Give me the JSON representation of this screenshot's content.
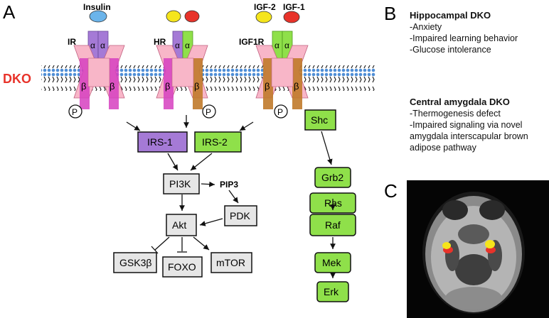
{
  "panels": {
    "a": "A",
    "b": "B",
    "c": "C"
  },
  "membrane_label": "DKO",
  "ligands": {
    "insulin": "Insulin",
    "igf2": "IGF-2",
    "igf1": "IGF-1"
  },
  "receptors": {
    "ir": "IR",
    "hr": "HR",
    "igf1r": "IGF1R"
  },
  "subunits": {
    "alpha": "α",
    "beta": "β"
  },
  "phospho": "P",
  "nodes": {
    "irs1": "IRS-1",
    "irs2": "IRS-2",
    "pi3k": "PI3K",
    "pip3": "PIP3",
    "pdk": "PDK",
    "akt": "Akt",
    "gsk3b": "GSK3β",
    "foxo": "FOXO",
    "mtor": "mTOR",
    "shc": "Shc",
    "grb2": "Grb2",
    "ras": "Ras",
    "raf": "Raf",
    "mek": "Mek",
    "erk": "Erk"
  },
  "panel_b": {
    "hippocampal": {
      "title": "Hippocampal DKO",
      "items": [
        "-Anxiety",
        "-Impaired learning behavior",
        "-Glucose intolerance"
      ]
    },
    "amygdala": {
      "title": "Central amygdala DKO",
      "items": [
        "-Thermogenesis defect",
        "-Impaired signaling via novel",
        "amygdala interscapular brown",
        "adipose pathway"
      ]
    }
  },
  "colors": {
    "purple": "#a57ad6",
    "green": "#8fe04a",
    "pink": "#f8b6c8",
    "magenta": "#d63fc0",
    "brown": "#c07a2a",
    "blue_ligand": "#6bb4ea",
    "yellow_ligand": "#f5e51c",
    "red_ligand": "#e8332a",
    "dko_red": "#e8332a",
    "gray_box": "#e6e6e6"
  }
}
